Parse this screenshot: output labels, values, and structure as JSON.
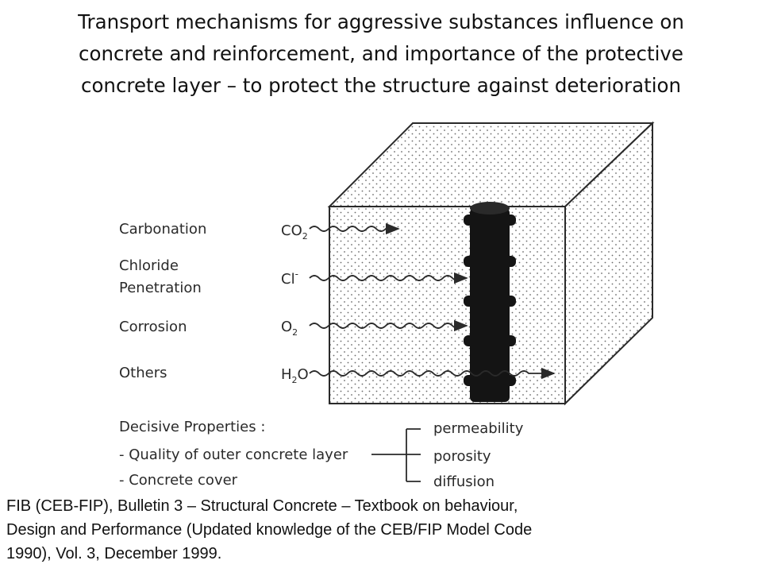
{
  "title": {
    "line1": "Transport mechanisms for aggressive substances influence on",
    "line2": "concrete and reinforcement, and importance of the protective",
    "line3": "concrete layer – to protect the structure against deterioration"
  },
  "diagram": {
    "mechanisms": [
      {
        "label": "Carbonation",
        "substance_main": "CO",
        "substance_sub": "2",
        "substance_sup": ""
      },
      {
        "label_line1": "Chloride",
        "label_line2": "Penetration",
        "substance_main": "Cl",
        "substance_sub": "",
        "substance_sup": "-"
      },
      {
        "label": "Corrosion",
        "substance_main": "O",
        "substance_sub": "2",
        "substance_sup": ""
      },
      {
        "label": "Others",
        "substance_main": "H",
        "substance_sub": "2",
        "substance_after": "O"
      }
    ],
    "decisive_properties": {
      "heading": "Decisive Properties :",
      "items": [
        "- Quality of outer concrete layer",
        "- Concrete cover"
      ],
      "outcomes": [
        "permeability",
        "porosity",
        "diffusion"
      ]
    }
  },
  "caption": {
    "line1": "FIB (CEB-FIP), Bulletin 3 – Structural Concrete – Textbook on behaviour,",
    "line2": "Design and Performance (Updated knowledge of the CEB/FIP Model Code",
    "line3": "1990), Vol. 3, December 1999."
  },
  "colors": {
    "ink": "#2a2a2a",
    "rebar": "#141414",
    "background": "#ffffff"
  }
}
